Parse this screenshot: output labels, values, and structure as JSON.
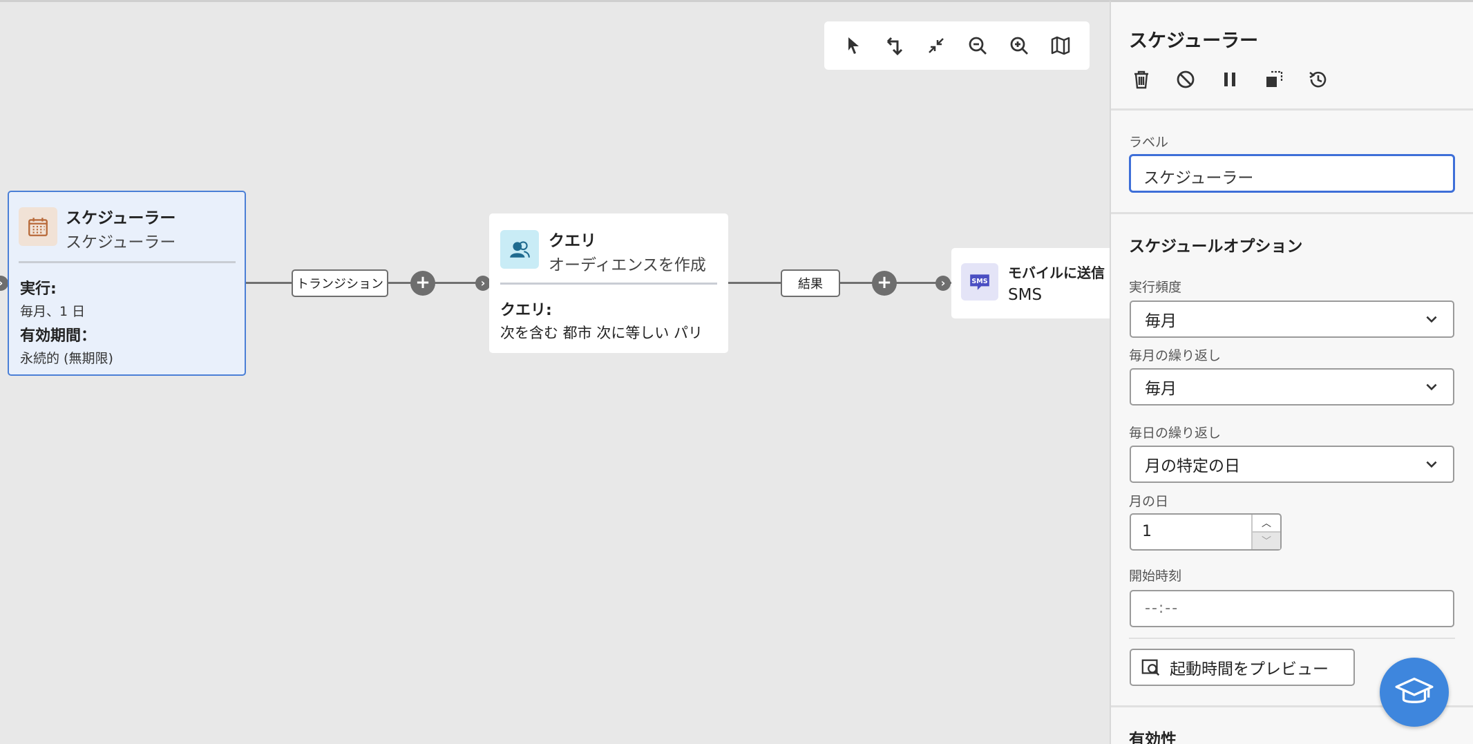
{
  "toolbar": {
    "icons": [
      "pointer-icon",
      "reroute-icon",
      "collapse-icon",
      "zoom-out-icon",
      "zoom-in-icon",
      "map-icon"
    ]
  },
  "nodes": {
    "scheduler": {
      "title": "スケジューラー",
      "subtitle": "スケジューラー",
      "run_label": "実行:",
      "run_value": "毎月、1 日",
      "validity_label": "有効期間：",
      "validity_value": "永続的 (無期限)"
    },
    "query": {
      "title": "クエリ",
      "subtitle": "オーディエンスを作成",
      "query_label": "クエリ:",
      "query_value": "次を含む 都市 次に等しい パリ"
    },
    "sms": {
      "title": "モバイルに送信",
      "subtitle": "SMS",
      "icon_text": "SMS"
    }
  },
  "transitions": {
    "t1": "トランジション",
    "t2": "結果"
  },
  "panel": {
    "title": "スケジューラー",
    "label_field": {
      "label": "ラベル",
      "value": "スケジューラー"
    },
    "schedule_options": {
      "title": "スケジュールオプション",
      "frequency_label": "実行頻度",
      "frequency_value": "毎月",
      "monthly_repeat_label": "毎月の繰り返し",
      "monthly_repeat_value": "毎月",
      "daily_repeat_label": "毎日の繰り返し",
      "daily_repeat_value": "月の特定の日",
      "day_of_month_label": "月の日",
      "day_of_month_value": "1",
      "start_time_label": "開始時刻",
      "start_time_placeholder": "--:--",
      "preview_button": "起動時間をプレビュー"
    },
    "validity_title": "有効性"
  },
  "colors": {
    "accent": "#3e6fd8",
    "selected_node_bg": "#e9f0fb",
    "fab": "#3e86dd"
  }
}
